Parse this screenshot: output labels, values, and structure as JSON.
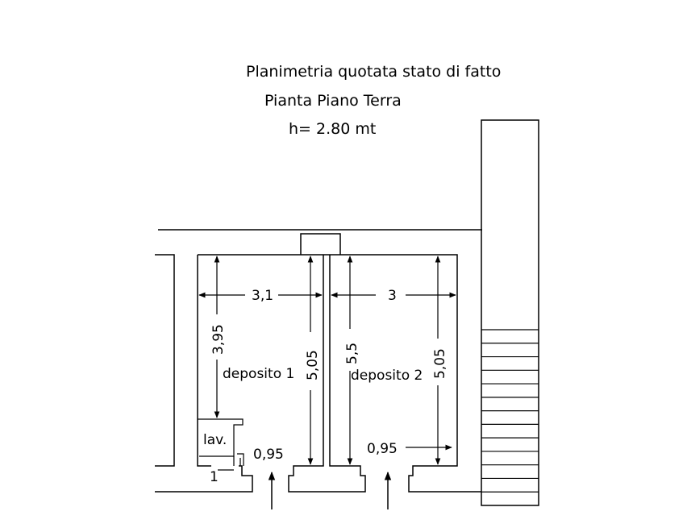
{
  "title": {
    "line1": "Planimetria quotata stato di fatto",
    "line2": "Pianta Piano Terra",
    "line3": "h= 2.80 mt"
  },
  "rooms": {
    "room1": "deposito 1",
    "room2": "deposito 2",
    "bathroom": "lav."
  },
  "dimensions": {
    "width_room1": "3,1",
    "width_room2": "3",
    "depth_room1_upper": "3,95",
    "depth_room1": "5,05",
    "depth_middle": "5,5",
    "depth_room2": "5,05",
    "door1": "0,95",
    "door2": "0,95",
    "small": "1"
  }
}
